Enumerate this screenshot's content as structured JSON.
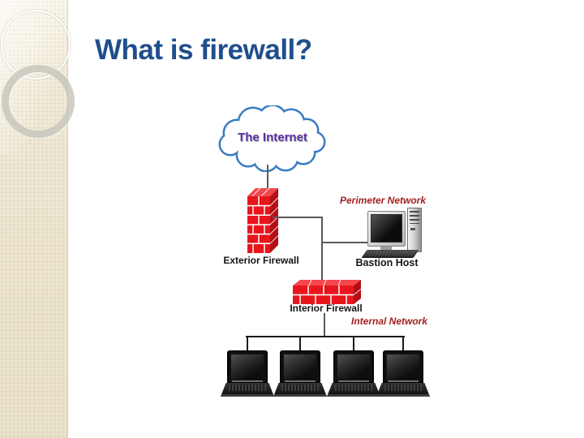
{
  "slide": {
    "title": "What is firewall?"
  },
  "colors": {
    "slide_bg": "#FFFFFF",
    "sidebar_bg": "#EFE9D5",
    "title_color": "#1F4E8C",
    "cloud_outline": "#3A7CC4",
    "internet_purple": "#5B31A6",
    "firewall_red": "#E8151D",
    "firewall_red_dark": "#B50F15",
    "firewall_red_light": "#F4474D",
    "net_label_red": "#A32020",
    "line_gray": "#5A5A5A",
    "line_dark": "#1A1A1A",
    "label_black": "#141414"
  },
  "diagram": {
    "internet_label": "The Internet",
    "perimeter_network_label": "Perimeter Network",
    "exterior_firewall_label": "Exterior Firewall",
    "bastion_host_label": "Bastion Host",
    "interior_firewall_label": "Interior Firewall",
    "internal_network_label": "Internal Network",
    "workstation_count": 4
  }
}
